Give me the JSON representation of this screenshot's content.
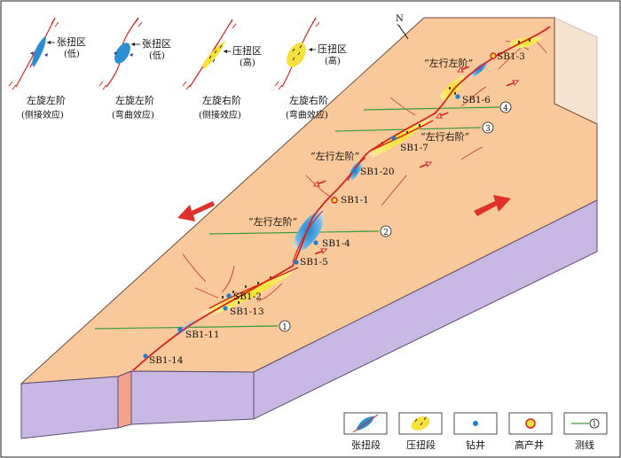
{
  "north": {
    "label": "N"
  },
  "schematics": [
    {
      "zone_label": "张扭区",
      "zone_note": "(低)",
      "caption": "左旋左阶",
      "sub_caption": "(侧接效应)",
      "zone_color": "#2a8fd0"
    },
    {
      "zone_label": "张扭区",
      "zone_note": "(低)",
      "caption": "左旋左阶",
      "sub_caption": "(弯曲效应)",
      "zone_color": "#2a8fd0"
    },
    {
      "zone_label": "压扭区",
      "zone_note": "(高)",
      "caption": "左旋右阶",
      "sub_caption": "(侧接效应)",
      "zone_color": "#f5e13a"
    },
    {
      "zone_label": "压扭区",
      "zone_note": "(高)",
      "caption": "左旋右阶",
      "sub_caption": "(弯曲效应)",
      "zone_color": "#f5e13a"
    }
  ],
  "step_labels": [
    {
      "text": "“左行左阶”"
    },
    {
      "text": "“左行右阶”"
    },
    {
      "text": "“左行左阶”"
    },
    {
      "text": "“左行左阶”"
    }
  ],
  "wells": [
    {
      "name": "SB1-3",
      "type": "high-yield"
    },
    {
      "name": "SB1-6",
      "type": "well"
    },
    {
      "name": "SB1-7",
      "type": "well"
    },
    {
      "name": "SB1-20",
      "type": "well"
    },
    {
      "name": "SB1-1",
      "type": "high-yield"
    },
    {
      "name": "SB1-4",
      "type": "well"
    },
    {
      "name": "SB1-5",
      "type": "well"
    },
    {
      "name": "SB1-2",
      "type": "well"
    },
    {
      "name": "SB1-13",
      "type": "well"
    },
    {
      "name": "SB1-11",
      "type": "well"
    },
    {
      "name": "SB1-14",
      "type": "well"
    }
  ],
  "survey_lines": [
    {
      "number": "①"
    },
    {
      "number": "②"
    },
    {
      "number": "③"
    },
    {
      "number": "④"
    }
  ],
  "legend": [
    {
      "label": "张扭段",
      "symbol": "tension-segment-icon"
    },
    {
      "label": "压扭段",
      "symbol": "compression-segment-icon"
    },
    {
      "label": "钻井",
      "symbol": "well-icon"
    },
    {
      "label": "高产井",
      "symbol": "high-yield-well-icon"
    },
    {
      "label": "测线",
      "symbol": "survey-line-icon"
    }
  ],
  "colors": {
    "slab_top": "#f9c99b",
    "slab_side": "#c9b8e4",
    "fault_face": "#f3a28e",
    "fault": "#d9221b",
    "tension": "#2a8fd0",
    "compression": "#f5e13a",
    "survey_line": "#3a9a3a",
    "well": "#1f7fd0",
    "arrow": "#e0302a"
  }
}
